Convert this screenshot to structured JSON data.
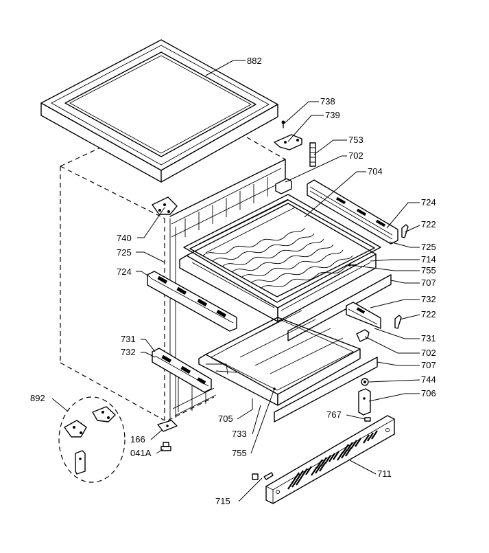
{
  "labels": {
    "l882": "882",
    "l738": "738",
    "l739": "739",
    "l753": "753",
    "l702a": "702",
    "l704": "704",
    "l724a": "724",
    "l722a": "722",
    "l740": "740",
    "l725a": "725",
    "l725b": "725",
    "l714": "714",
    "l755a": "755",
    "l724b": "724",
    "l707a": "707",
    "l732a": "732",
    "l722b": "722",
    "l731a": "731",
    "l731b": "731",
    "l702b": "702",
    "l732b": "732",
    "l707b": "707",
    "l744": "744",
    "l706": "706",
    "l892": "892",
    "l705": "705",
    "l767": "767",
    "l733": "733",
    "l166": "166",
    "l755b": "755",
    "l041a": "041A",
    "l711": "711",
    "l715": "715"
  }
}
